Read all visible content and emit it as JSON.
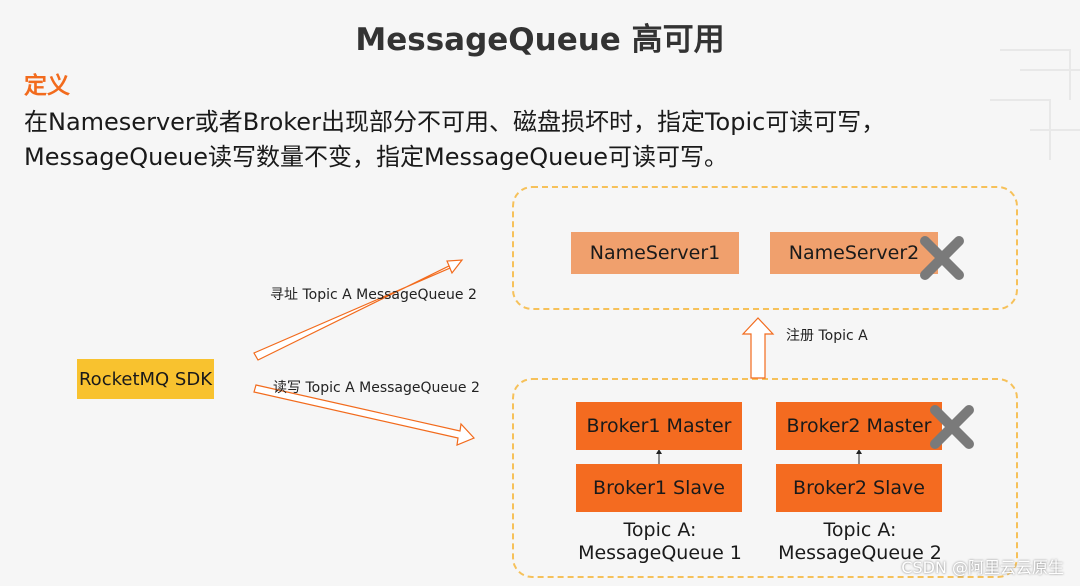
{
  "title": "MessageQueue 高可用",
  "definition": {
    "heading": "定义",
    "line1": "在Nameserver或者Broker出现部分不可用、磁盘损坏时，指定Topic可读可写，",
    "line2": "MessageQueue读写数量不变，指定MessageQueue可读可写。"
  },
  "sdk": {
    "label": "RocketMQ SDK"
  },
  "arrows": {
    "address_label": "寻址  Topic  A MessageQueue 2",
    "readwrite_label": "读写  Topic  A  MessageQueue 2",
    "register_label": "注册  Topic   A"
  },
  "nameservers": [
    {
      "label": "NameServer1",
      "failed": false
    },
    {
      "label": "NameServer2",
      "failed": true
    }
  ],
  "brokers": [
    {
      "master": "Broker1 Master",
      "slave": "Broker1 Slave",
      "queue_line1": "Topic A:",
      "queue_line2": "MessageQueue 1",
      "failed": false
    },
    {
      "master": "Broker2 Master",
      "slave": "Broker2 Slave",
      "queue_line1": "Topic A:",
      "queue_line2": "MessageQueue 2",
      "failed": true
    }
  ],
  "colors": {
    "accent": "#f26b1d",
    "nameserver_box": "#f0a06d",
    "broker_box": "#f46b20",
    "sdk_box": "#f8c22f",
    "group_border": "#f6c15a",
    "fail_mark": "#7a7a7a"
  },
  "watermark": "CSDN @阿里云云原生"
}
